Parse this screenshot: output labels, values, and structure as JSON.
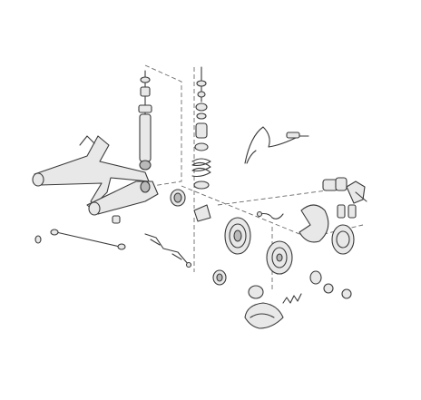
{
  "diagram": {
    "style": "exploded-view line drawing",
    "colors": {
      "stroke": "#3a3a3a",
      "fill": "#e8e8e8",
      "shade": "#b9b9b9",
      "background": "#ffffff"
    },
    "parts": [
      "trailing-arm-axle",
      "shock-absorber",
      "coil-spring-strut",
      "handbrake-cable",
      "brake-caliper-set",
      "brake-disc",
      "brake-drum",
      "brake-shoes",
      "wheel-hub",
      "brake-line",
      "tie-rod"
    ]
  }
}
